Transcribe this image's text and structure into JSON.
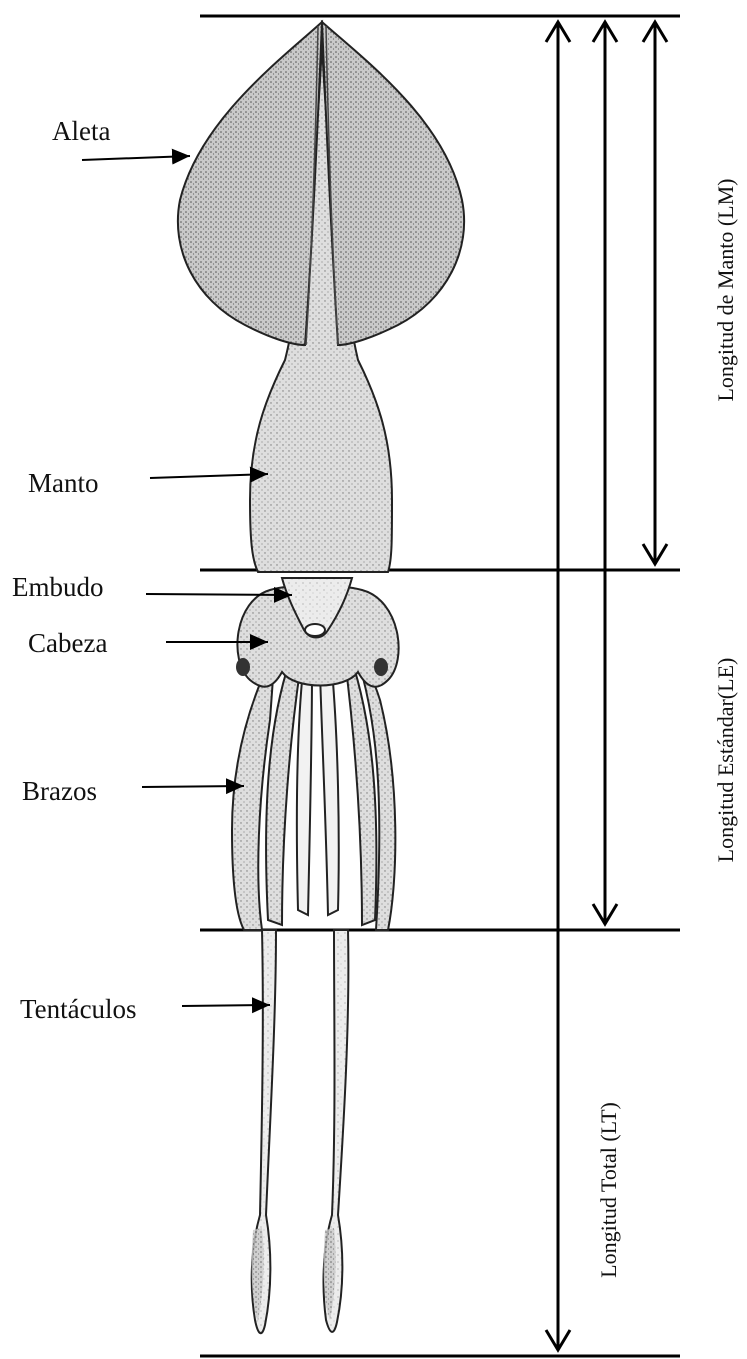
{
  "parts": {
    "fin": "Aleta",
    "mantle": "Manto",
    "funnel": "Embudo",
    "head": "Cabeza",
    "arms": "Brazos",
    "tentacles": "Tentáculos"
  },
  "measurements": {
    "mantle_length": "Longitud de Manto (LM)",
    "standard_length": "Longitud Estándar(LE)",
    "total_length": "Longitud Total (LT)"
  },
  "colors": {
    "body_fill": "#d9d9d9",
    "fin_fill": "#cfcfcf",
    "line": "#000000"
  }
}
